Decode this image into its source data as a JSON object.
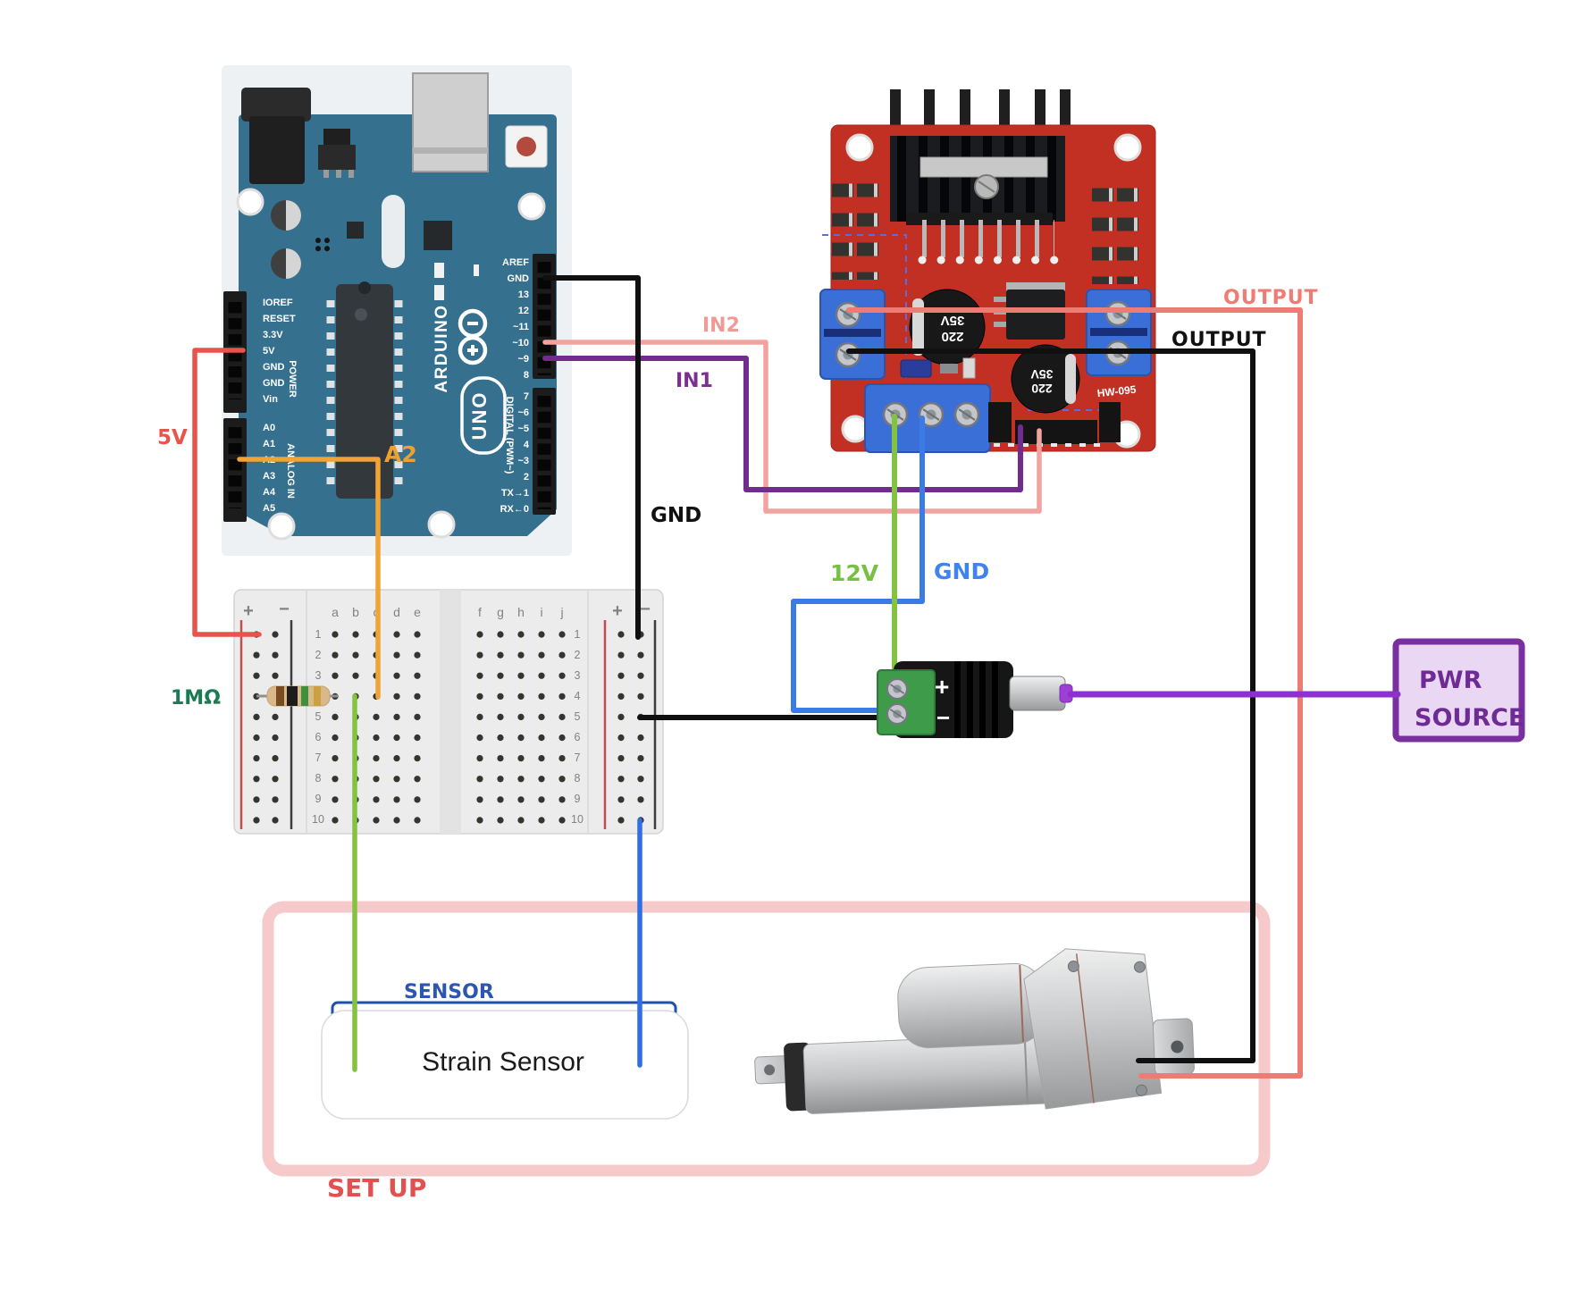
{
  "annotations": {
    "wire_5v": "5V",
    "wire_a2": "A2",
    "wire_in2": "IN2",
    "wire_in1": "IN1",
    "wire_gnd_arduino": "GND",
    "wire_12v": "12V",
    "wire_gnd_l298n": "GND",
    "wire_output_red": "OUTPUT",
    "wire_output_black": "OUTPUT",
    "resistor_value": "1MΩ",
    "sensor_label": "SENSOR",
    "setup_label": "SET UP"
  },
  "pwr_source": {
    "line1": "PWR",
    "line2": "SOURCE"
  },
  "strain_sensor": {
    "name": "Strain Sensor"
  },
  "arduino": {
    "brand": "ARDUINO",
    "model": "UNO",
    "group_power": "POWER",
    "group_analog": "ANALOG IN",
    "group_digital": "DIGITAL (PWM~)",
    "power_pins": [
      "IOREF",
      "RESET",
      "3.3V",
      "5V",
      "GND",
      "GND",
      "Vin"
    ],
    "analog_pins": [
      "A0",
      "A1",
      "A2",
      "A3",
      "A4",
      "A5"
    ],
    "digital_pins_top": [
      "AREF",
      "GND",
      "13",
      "12",
      "~11",
      "~10",
      "~9",
      "8"
    ],
    "digital_pins_bottom": [
      "7",
      "~6",
      "~5",
      "4",
      "~3",
      "2",
      "TX→1",
      "RX←0"
    ]
  },
  "l298n": {
    "board_id": "HW-095",
    "cap_line1": "220",
    "cap_line2": "35V"
  },
  "barrel_jack": {
    "plus": "+",
    "minus": "−"
  },
  "breadboard": {
    "rail_plus": "+",
    "rail_minus": "−",
    "columns_left": [
      "a",
      "b",
      "c",
      "d",
      "e"
    ],
    "columns_right": [
      "f",
      "g",
      "h",
      "i",
      "j"
    ],
    "row_numbers": [
      "1",
      "2",
      "3",
      "4",
      "5",
      "6",
      "7",
      "8",
      "9",
      "10"
    ]
  },
  "colors": {
    "wire_5v": "#e8544b",
    "wire_a2": "#f0a336",
    "wire_in2": "#f2a3a0",
    "wire_in1": "#722b8e",
    "wire_black": "#101010",
    "wire_12v": "#84c341",
    "wire_gnd_blue": "#3b7be8",
    "wire_output_red": "#ed7d74",
    "wire_pwr_purple": "#8e2fd0",
    "setup_box": "#f6caca",
    "pwr_box_border": "#7a2f9f",
    "arduino_board": "#35708e",
    "l298n_board": "#c23024",
    "sensor_outline": "#2050a8",
    "resistor_label": "#1c7a52"
  }
}
